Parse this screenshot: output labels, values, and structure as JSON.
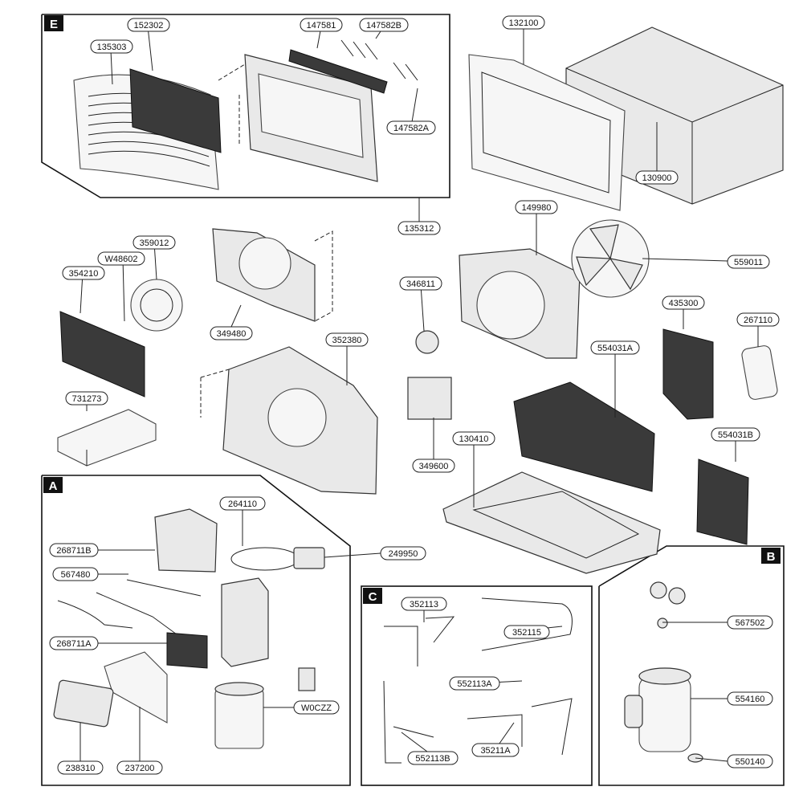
{
  "sections": [
    {
      "id": "E",
      "label": "E"
    },
    {
      "id": "A",
      "label": "A"
    },
    {
      "id": "C",
      "label": "C"
    },
    {
      "id": "B",
      "label": "B"
    }
  ],
  "parts": [
    {
      "name": "part-label-135303",
      "text": "135303"
    },
    {
      "name": "part-label-152302",
      "text": "152302"
    },
    {
      "name": "part-label-147581",
      "text": "147581"
    },
    {
      "name": "part-label-147582b",
      "text": "147582B"
    },
    {
      "name": "part-label-147582a",
      "text": "147582A"
    },
    {
      "name": "part-label-135312",
      "text": "135312"
    },
    {
      "name": "part-label-132100",
      "text": "132100"
    },
    {
      "name": "part-label-130900",
      "text": "130900"
    },
    {
      "name": "part-label-149980",
      "text": "149980"
    },
    {
      "name": "part-label-559011",
      "text": "559011"
    },
    {
      "name": "part-label-359012",
      "text": "359012"
    },
    {
      "name": "part-label-w48602",
      "text": "W48602"
    },
    {
      "name": "part-label-354210",
      "text": "354210"
    },
    {
      "name": "part-label-349480",
      "text": "349480"
    },
    {
      "name": "part-label-346811",
      "text": "346811"
    },
    {
      "name": "part-label-435300",
      "text": "435300"
    },
    {
      "name": "part-label-267110",
      "text": "267110"
    },
    {
      "name": "part-label-352380",
      "text": "352380"
    },
    {
      "name": "part-label-554031a",
      "text": "554031A"
    },
    {
      "name": "part-label-731273",
      "text": "731273"
    },
    {
      "name": "part-label-554031b",
      "text": "554031B"
    },
    {
      "name": "part-label-130410",
      "text": "130410"
    },
    {
      "name": "part-label-349600",
      "text": "349600"
    },
    {
      "name": "part-label-264110",
      "text": "264110"
    },
    {
      "name": "part-label-268711b",
      "text": "268711B"
    },
    {
      "name": "part-label-249950",
      "text": "249950"
    },
    {
      "name": "part-label-567480",
      "text": "567480"
    },
    {
      "name": "part-label-268711a",
      "text": "268711A"
    },
    {
      "name": "part-label-w0czz",
      "text": "W0CZZ"
    },
    {
      "name": "part-label-238310",
      "text": "238310"
    },
    {
      "name": "part-label-237200",
      "text": "237200"
    },
    {
      "name": "part-label-352113",
      "text": "352113"
    },
    {
      "name": "part-label-352115",
      "text": "352115"
    },
    {
      "name": "part-label-552113a",
      "text": "552113A"
    },
    {
      "name": "part-label-552113b",
      "text": "552113B"
    },
    {
      "name": "part-label-35211a",
      "text": "35211A"
    },
    {
      "name": "part-label-567502",
      "text": "567502"
    },
    {
      "name": "part-label-554160",
      "text": "554160"
    },
    {
      "name": "part-label-550140",
      "text": "550140"
    }
  ]
}
